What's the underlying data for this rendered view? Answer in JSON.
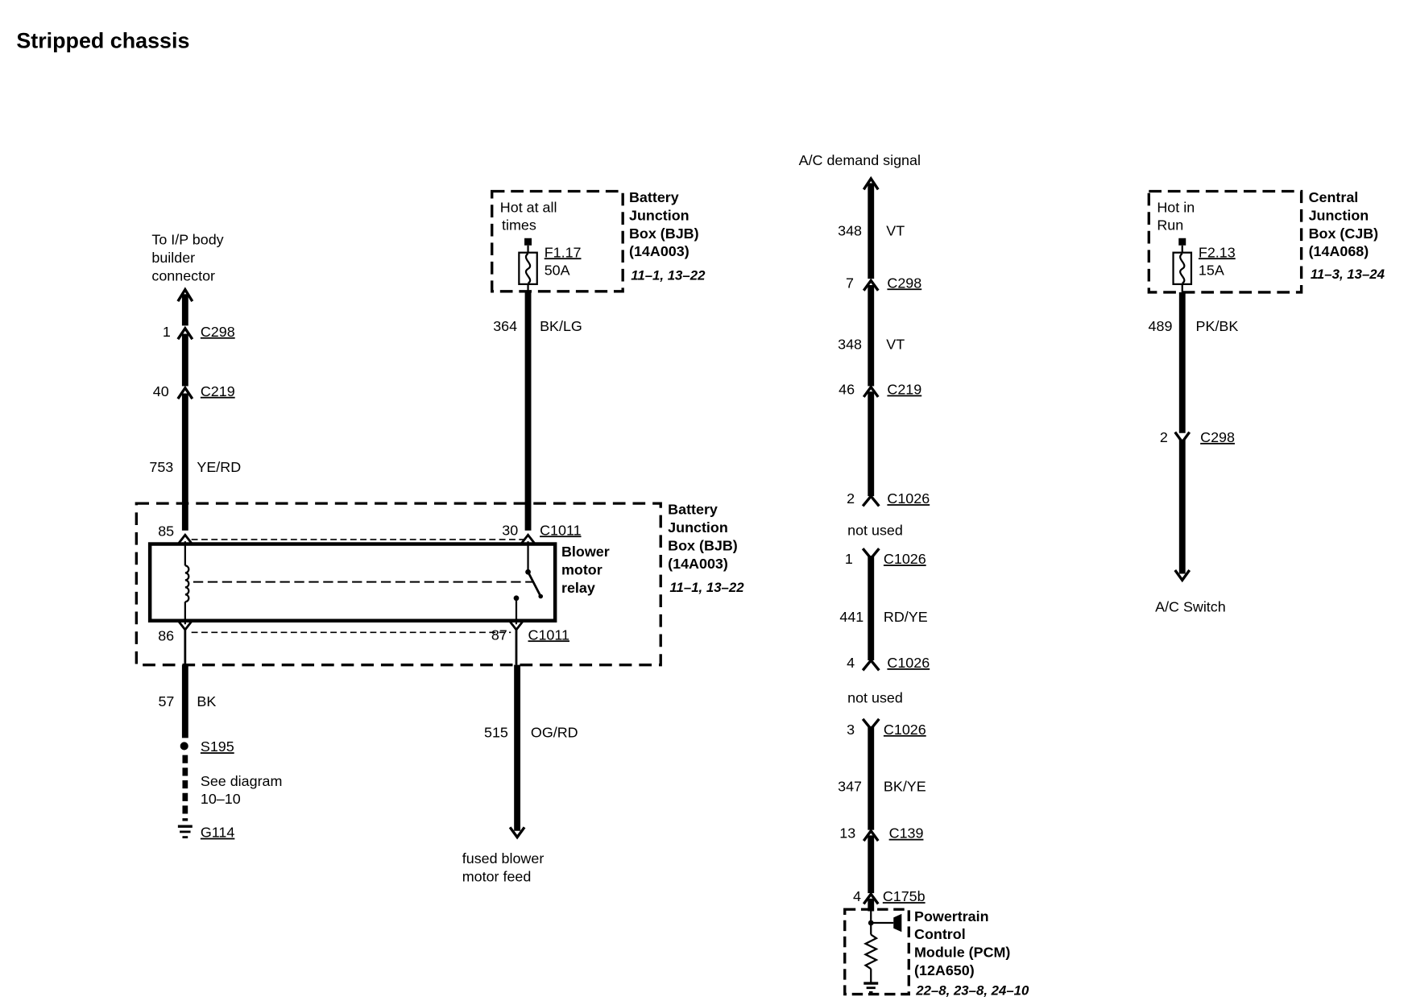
{
  "title": "Stripped chassis",
  "ip_feed": {
    "destination_lines": [
      "To I/P body",
      "builder",
      "connector"
    ],
    "connectors": [
      {
        "pin": "1",
        "name": "C298"
      },
      {
        "pin": "40",
        "name": "C219"
      }
    ],
    "wire": {
      "circuit": "753",
      "color": "YE/RD"
    }
  },
  "bjb_fuse_box": {
    "note_lines": [
      "Hot at all",
      "times"
    ],
    "fuse": {
      "id": "F1.17",
      "rating": "50A"
    },
    "name_lines": [
      "Battery",
      "Junction",
      "Box (BJB)",
      "(14A003)"
    ],
    "ref": "11–1, 13–22",
    "wire": {
      "circuit": "364",
      "color": "BK/LG"
    }
  },
  "relay": {
    "name_lines": [
      "Blower",
      "motor",
      "relay"
    ],
    "pins": {
      "p85": "85",
      "p86": "86",
      "p30": "30",
      "p87": "87"
    },
    "pin30_connector": "C1011",
    "pin87_connector": "C1011",
    "box_name_lines": [
      "Battery",
      "Junction",
      "Box (BJB)",
      "(14A003)"
    ],
    "box_ref": "11–1, 13–22"
  },
  "ground_circuit": {
    "wire": {
      "circuit": "57",
      "color": "BK"
    },
    "splice": "S195",
    "see_lines": [
      "See diagram",
      "10–10"
    ],
    "ground": "G114"
  },
  "blower_feed": {
    "wire": {
      "circuit": "515",
      "color": "OG/RD"
    },
    "destination_lines": [
      "fused blower",
      "motor feed"
    ]
  },
  "ac_demand": {
    "label": "A/C demand signal",
    "wire_1": {
      "circuit": "348",
      "color": "VT"
    },
    "conn_c298": {
      "pin": "7",
      "name": "C298"
    },
    "wire_2": {
      "circuit": "348",
      "color": "VT"
    },
    "conn_c219": {
      "pin": "46",
      "name": "C219"
    },
    "conn_c1026_a": {
      "pin": "2",
      "name": "C1026"
    },
    "not_used_1": "not used",
    "conn_c1026_b": {
      "pin": "1",
      "name": "C1026"
    },
    "wire_3": {
      "circuit": "441",
      "color": "RD/YE"
    },
    "conn_c1026_c": {
      "pin": "4",
      "name": "C1026"
    },
    "not_used_2": "not used",
    "conn_c1026_d": {
      "pin": "3",
      "name": "C1026"
    },
    "wire_4": {
      "circuit": "347",
      "color": "BK/YE"
    },
    "conn_c139": {
      "pin": "13",
      "name": "C139"
    },
    "conn_c175b": {
      "pin": "4",
      "name": "C175b"
    },
    "pcm_name_lines": [
      "Powertrain",
      "Control",
      "Module (PCM)",
      "(12A650)"
    ],
    "pcm_ref": "22–8, 23–8, 24–10"
  },
  "cjb_fuse_box": {
    "note_lines": [
      "Hot in",
      "Run"
    ],
    "fuse": {
      "id": "F2.13",
      "rating": "15A"
    },
    "name_lines": [
      "Central",
      "Junction",
      "Box (CJB)",
      "(14A068)"
    ],
    "ref": "11–3, 13–24",
    "wire": {
      "circuit": "489",
      "color": "PK/BK"
    },
    "connector": {
      "pin": "2",
      "name": "C298"
    },
    "destination": "A/C Switch"
  }
}
